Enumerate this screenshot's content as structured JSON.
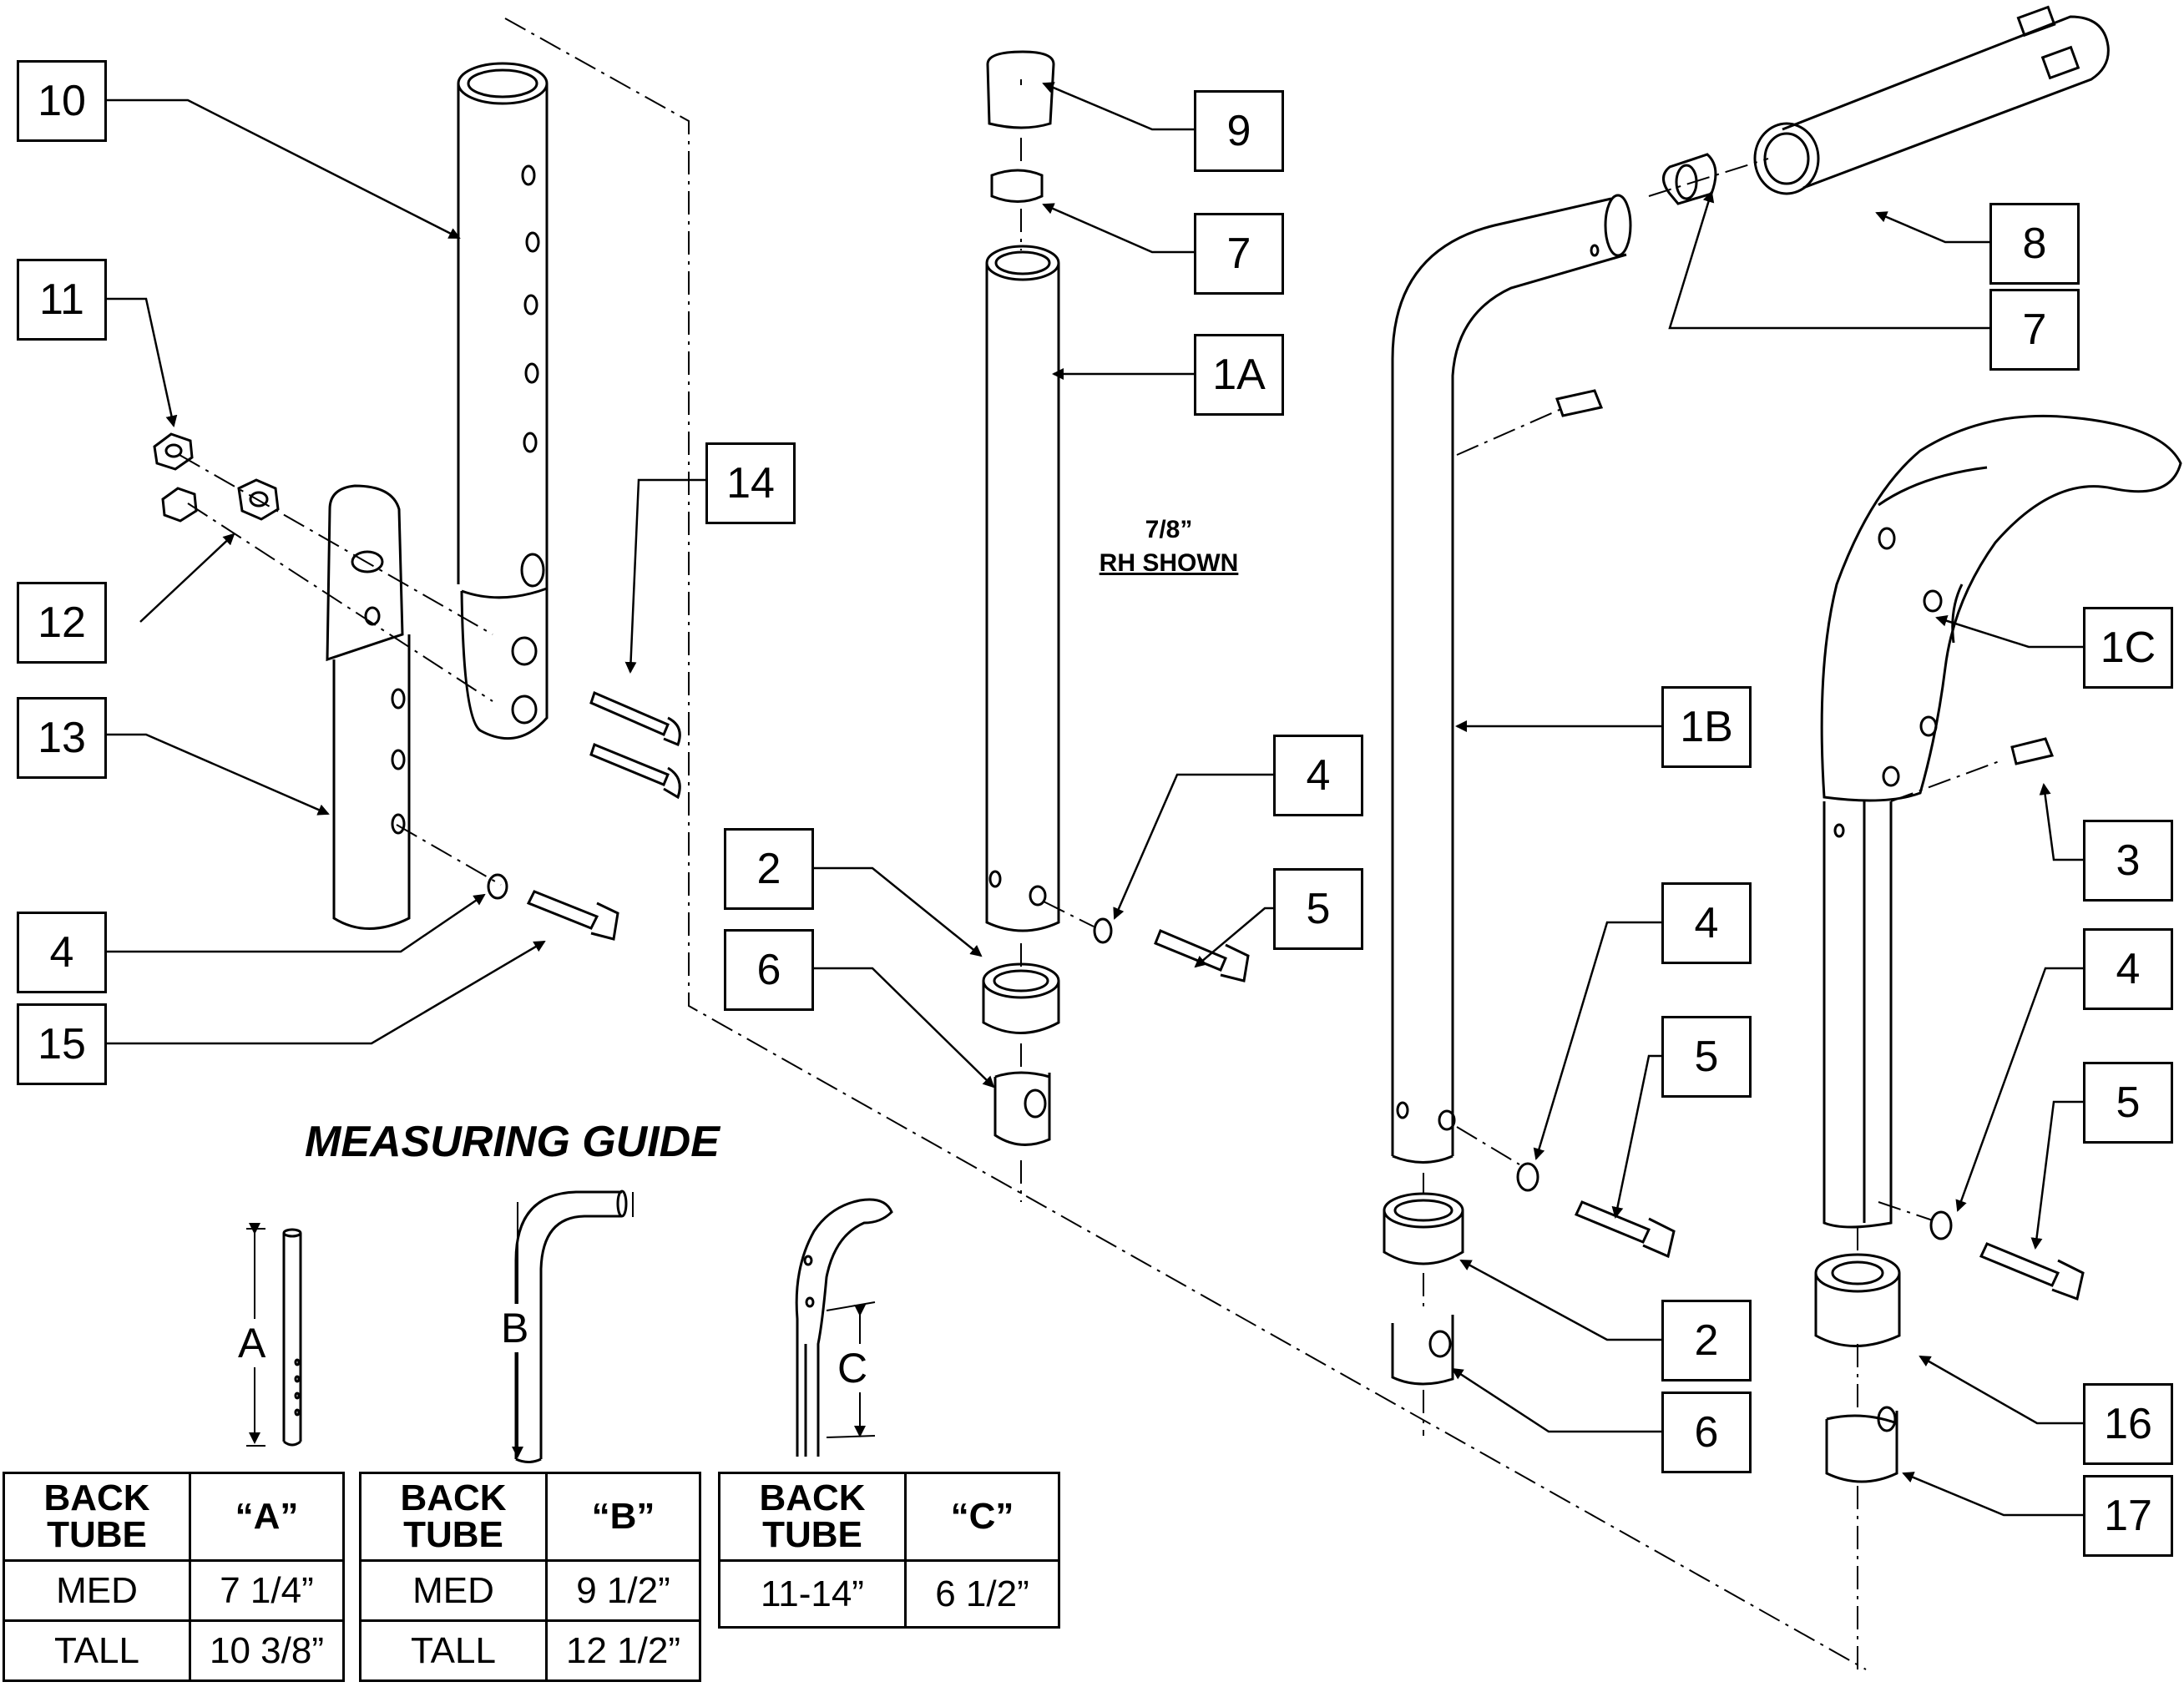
{
  "diagram": {
    "note_size": "7/8”",
    "note_side": "RH SHOWN",
    "guide_title": "MEASURING GUIDE",
    "callouts": {
      "c10": "10",
      "c11": "11",
      "c12": "12",
      "c13": "13",
      "c4a": "4",
      "c15": "15",
      "c14": "14",
      "c9": "9",
      "c7a": "7",
      "c1a": "1A",
      "c2a": "2",
      "c6a": "6",
      "c4b": "4",
      "c5a": "5",
      "c8": "8",
      "c7b": "7",
      "c1b": "1B",
      "c4c": "4",
      "c5b": "5",
      "c2b": "2",
      "c6b": "6",
      "c1c": "1C",
      "c3": "3",
      "c4d": "4",
      "c5c": "5",
      "c16": "16",
      "c17": "17"
    },
    "dimensions": {
      "a": "A",
      "b": "B",
      "c": "C"
    }
  },
  "tables": {
    "a": {
      "h1": "BACK TUBE",
      "h2": "“A”",
      "rows": [
        {
          "size": "MED",
          "value": "7 1/4”"
        },
        {
          "size": "TALL",
          "value": "10 3/8”"
        }
      ]
    },
    "b": {
      "h1": "BACK TUBE",
      "h2": "“B”",
      "rows": [
        {
          "size": "MED",
          "value": "9 1/2”"
        },
        {
          "size": "TALL",
          "value": "12 1/2”"
        }
      ]
    },
    "c": {
      "h1": "BACK TUBE",
      "h2": "“C”",
      "rows": [
        {
          "size": "11-14”",
          "value": "6 1/2”"
        }
      ]
    }
  }
}
